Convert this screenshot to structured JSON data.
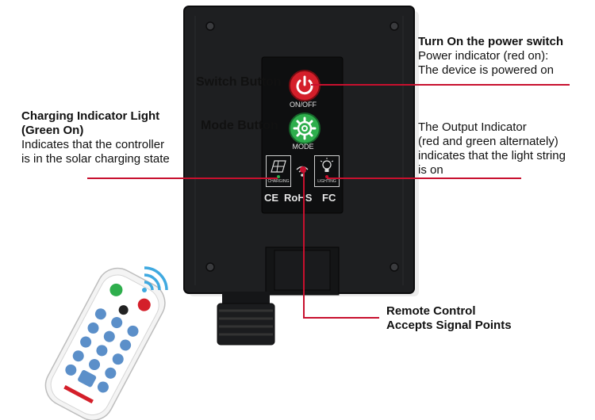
{
  "annotations": {
    "power_switch": {
      "title": "Turn On the power switch",
      "line1": "Power indicator (red on):",
      "line2": "The device is powered on"
    },
    "switch_button": "Switch Button",
    "mode_button": "Mode Button",
    "charging": {
      "title1": "Charging Indicator Light",
      "title2": "(Green On)",
      "line1": "Indicates that the controller",
      "line2": "is in the solar charging state"
    },
    "output": {
      "line1": "The Output Indicator",
      "line2": "(red and green alternately)",
      "line3": "indicates that the light string",
      "line4": "is on"
    },
    "remote": {
      "line1": "Remote Control",
      "line2": "Accepts Signal Points"
    }
  },
  "device": {
    "onoff_label": "ON/OFF",
    "mode_label": "MODE",
    "charging_label": "CHARGING",
    "lighting_label": "LIGHTING",
    "cert_ce": "CE",
    "cert_rohs": "RoHS",
    "cert_fc": "FC"
  },
  "colors": {
    "callout_line": "#c8102e",
    "power_button": "#d41f2a",
    "mode_button": "#2eae4c",
    "device_body": "#1e1f21"
  },
  "icons": {
    "power": "power-icon",
    "mode": "gear-icon",
    "charging": "solar-panel-icon",
    "lighting": "lightbulb-icon",
    "wifi": "wifi-signal-icon",
    "remote": "remote-control"
  }
}
